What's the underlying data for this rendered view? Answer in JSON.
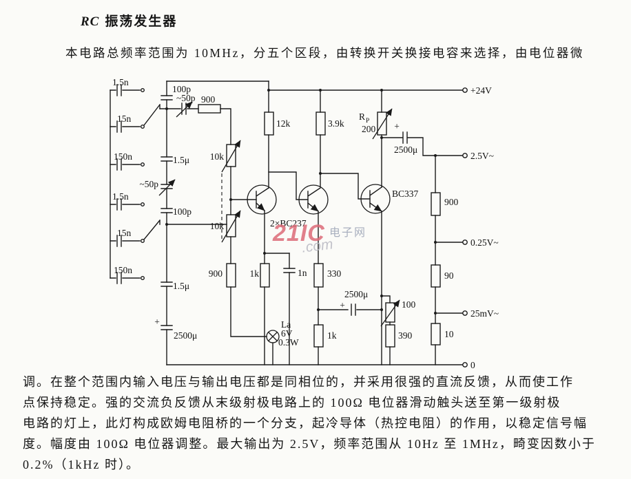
{
  "page": {
    "title_en": "RC",
    "title_cn": "振荡发生器",
    "intro": "本电路总频率范围为 10MHz，分五个区段，由转换开关换接电容来选择，由电位器微",
    "body": [
      "调。在整个范围内输入电压与输出电压都是同相位的，并采用很强的直流反馈，从而使工作",
      "点保持稳定。强的交流负反馈从末级射极电路上的 100Ω 电位器滑动触头送至第一级射极",
      "电路的灯上，此灯构成欧姆电阻桥的一个分支，起冷导体（热控电阻）的作用，以稳定信号幅",
      "度。幅度由 100Ω 电位器调整。最大输出为 2.5V，频率范围从 10Hz 至 1MHz，畸变因数小于",
      "0.2%（1kHz 时）。"
    ]
  },
  "watermark": {
    "brand": "21IC",
    "domain": ".com",
    "site": "电子网"
  },
  "circuit": {
    "bank1": [
      "1.5n",
      "15n",
      "150n"
    ],
    "bank2": [
      "1.5n",
      "15n",
      "150n"
    ],
    "trim_top": "100p",
    "var_top": "~50p",
    "r_series": "900",
    "cap_15u_a": "1.5μ",
    "var_mid": "~50p",
    "trim_mid": "100p",
    "cap_15u_b": "1.5μ",
    "cap_bl": "2500μ",
    "pot_upper": "10k",
    "pot_lower": "10k",
    "r_12k": "12k",
    "r_39k": "3.9k",
    "rp_r": "R",
    "rp_p": "P",
    "rp_val": "200",
    "cap_top": "2500μ",
    "q12": "2×BC237",
    "q3": "BC337",
    "att": [
      "900",
      "90",
      "10"
    ],
    "re_900": "900",
    "re_1k": "1k",
    "ce_1n": "1n",
    "re_330": "330",
    "re_1k2": "1k",
    "cap_fb": "2500μ",
    "pot_fb": "100",
    "r_390": "390",
    "lamp": [
      "La",
      "6V",
      "0.3W"
    ],
    "plus": "+",
    "terminals": [
      "+24V",
      "2.5V~",
      "0.25V~",
      "25mV~",
      "0"
    ]
  }
}
